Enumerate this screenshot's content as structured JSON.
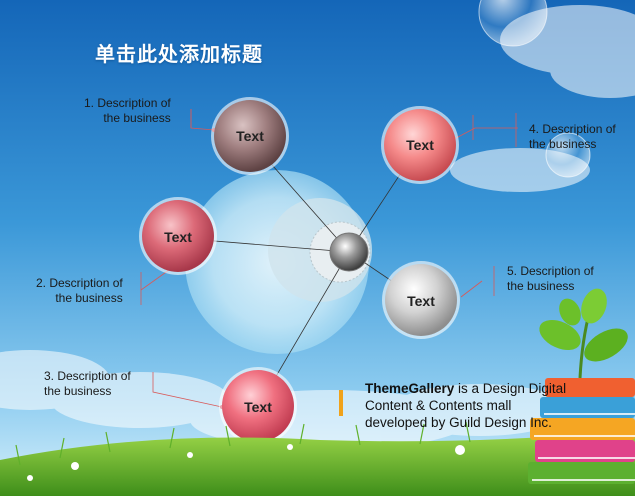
{
  "title": "单击此处添加标题",
  "nodes": [
    {
      "label": "Text",
      "color": "#8a6a6a"
    },
    {
      "label": "Text",
      "color": "#f07a7a"
    },
    {
      "label": "Text",
      "color": "#e06a78"
    },
    {
      "label": "Text",
      "color": "#cfcfcf"
    },
    {
      "label": "Text",
      "color": "#ee6a7a"
    }
  ],
  "descriptions": [
    {
      "line1": "1. Description of",
      "line2": "the business"
    },
    {
      "line1": "2. Description of",
      "line2": "the business"
    },
    {
      "line1": "3. Description of",
      "line2": "the business"
    },
    {
      "line1": "4. Description of",
      "line2": "the business"
    },
    {
      "line1": "5. Description of",
      "line2": "the business"
    }
  ],
  "footer": {
    "brand": "ThemeGallery",
    "line1_rest": " is a Design Digital",
    "line2": "Content & Contents mall",
    "line3": "developed by Guild Design Inc."
  },
  "colors": {
    "sky_top": "#1a6ec0",
    "sky_bottom": "#bfe6f8",
    "accent_bar": "#f0a21a",
    "connector": "#e05050"
  }
}
